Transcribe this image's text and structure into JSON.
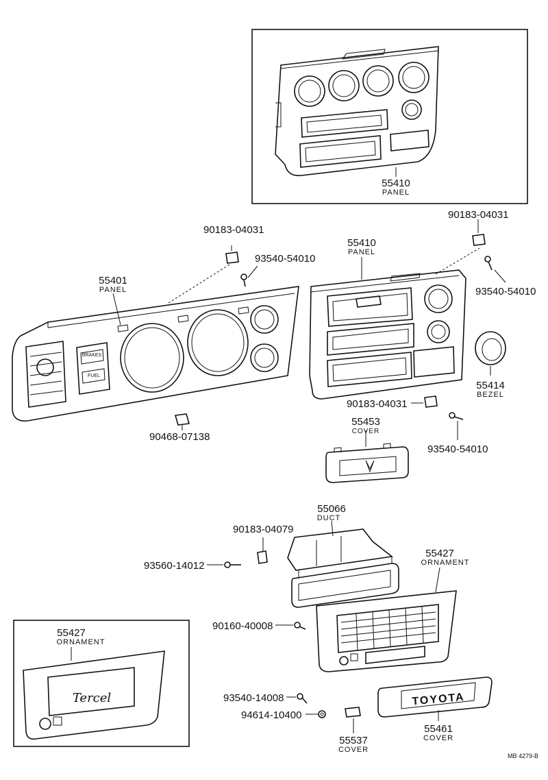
{
  "parts": [
    {
      "id": "p_55410_inset",
      "number": "55410",
      "name": "PANEL"
    },
    {
      "id": "p_90183_04031_l",
      "number": "90183-04031",
      "name": ""
    },
    {
      "id": "p_93540_54010_l",
      "number": "93540-54010",
      "name": ""
    },
    {
      "id": "p_55401",
      "number": "55401",
      "name": "PANEL"
    },
    {
      "id": "p_55410_main",
      "number": "55410",
      "name": "PANEL"
    },
    {
      "id": "p_90183_04031_r",
      "number": "90183-04031",
      "name": ""
    },
    {
      "id": "p_93540_54010_r",
      "number": "93540-54010",
      "name": ""
    },
    {
      "id": "p_55414",
      "number": "55414",
      "name": "BEZEL"
    },
    {
      "id": "p_90183_04031_m",
      "number": "90183-04031",
      "name": ""
    },
    {
      "id": "p_93540_54010_m",
      "number": "93540-54010",
      "name": ""
    },
    {
      "id": "p_90468_07138",
      "number": "90468-07138",
      "name": ""
    },
    {
      "id": "p_55453",
      "number": "55453",
      "name": "COVER"
    },
    {
      "id": "p_55066",
      "number": "55066",
      "name": "DUCT"
    },
    {
      "id": "p_90183_04079",
      "number": "90183-04079",
      "name": ""
    },
    {
      "id": "p_93560_14012",
      "number": "93560-14012",
      "name": ""
    },
    {
      "id": "p_55427_main",
      "number": "55427",
      "name": "ORNAMENT"
    },
    {
      "id": "p_90160_40008",
      "number": "90160-40008",
      "name": ""
    },
    {
      "id": "p_55427_inset",
      "number": "55427",
      "name": "ORNAMENT"
    },
    {
      "id": "p_93540_14008",
      "number": "93540-14008",
      "name": ""
    },
    {
      "id": "p_94614_10400",
      "number": "94614-10400",
      "name": ""
    },
    {
      "id": "p_55537",
      "number": "55537",
      "name": "COVER"
    },
    {
      "id": "p_55461",
      "number": "55461",
      "name": "COVER"
    }
  ],
  "gauge_labels": {
    "brakes": "BRAKES",
    "fuel": "FUEL"
  },
  "emblems": {
    "toyota": "TOYOTA",
    "script": "Tercel"
  },
  "drawing_code": "MB 4279-B"
}
